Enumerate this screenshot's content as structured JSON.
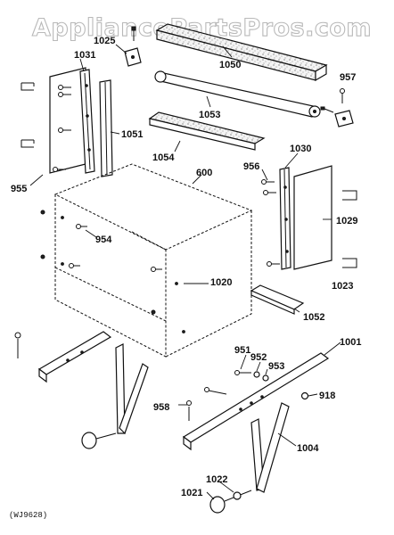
{
  "watermark": "AppliancePartsPros.com",
  "diagram_id": "(WJ9628)",
  "callouts": {
    "p1025": "1025",
    "p1031": "1031",
    "p1050": "1050",
    "p957": "957",
    "p1053": "1053",
    "p1051": "1051",
    "p1054": "1054",
    "p1030": "1030",
    "p956": "956",
    "p955": "955",
    "p600": "600",
    "p954": "954",
    "p1029": "1029",
    "p1020": "1020",
    "p1023": "1023",
    "p1052": "1052",
    "p951": "951",
    "p1001": "1001",
    "p952": "952",
    "p953": "953",
    "p958": "958",
    "p918": "918",
    "p1004": "1004",
    "p1022": "1022",
    "p1021": "1021"
  }
}
